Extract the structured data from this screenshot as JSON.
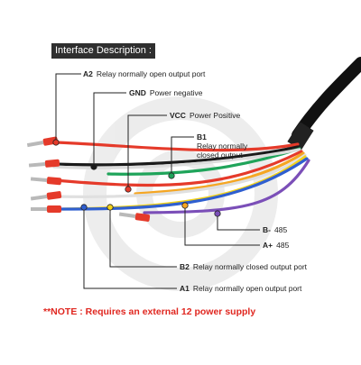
{
  "header": {
    "title": "Interface Description :"
  },
  "labels": [
    {
      "id": "a2",
      "code": "A2",
      "text": "Relay normally open output port"
    },
    {
      "id": "gnd",
      "code": "GND",
      "text": "Power negative"
    },
    {
      "id": "vcc",
      "code": "VCC",
      "text": "Power Positive"
    },
    {
      "id": "b1",
      "code": "B1",
      "text": "Relay normally",
      "text2": "closed output"
    },
    {
      "id": "bminus",
      "code": "B-",
      "text": "485"
    },
    {
      "id": "aplus",
      "code": "A+",
      "text": "485"
    },
    {
      "id": "b2",
      "code": "B2",
      "text": "Relay normally closed output port"
    },
    {
      "id": "a1",
      "code": "A1",
      "text": "Relay normally open output port"
    }
  ],
  "note": {
    "text": "**NOTE : Requires an external 12 power supply"
  },
  "colors": {
    "red": "#e53a2a",
    "black": "#1a1a1a",
    "green": "#1fa45a",
    "orange": "#f5a623",
    "yellow": "#f2d21b",
    "purple": "#7b4fb8",
    "blue": "#2f5fd0",
    "white": "#f2f2f2",
    "note": "#e0261f"
  }
}
